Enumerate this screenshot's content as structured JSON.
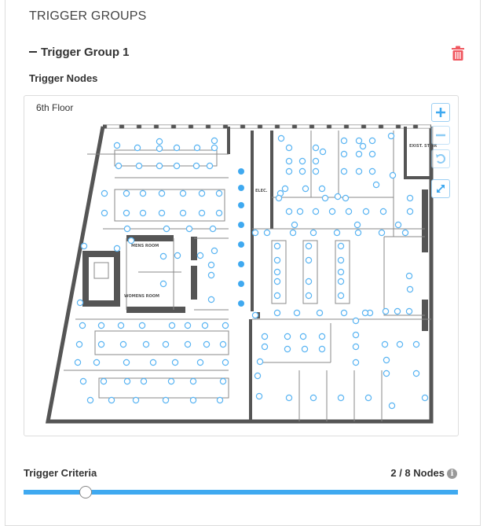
{
  "section_title": "TRIGGER GROUPS",
  "group": {
    "title": "Trigger Group 1",
    "collapse_icon": "minus-icon",
    "delete_icon": "trash-icon",
    "delete_color": "#f0575f"
  },
  "trigger_nodes": {
    "label": "Trigger Nodes",
    "floor_name": "6th Floor",
    "map_labels": {
      "elec": "ELEC.",
      "exit_stair": "EXIST. STAIR",
      "mens_room": "MENS ROOM",
      "womens_room": "WOMENS ROOM"
    },
    "controls": {
      "zoom_in": "plus-icon",
      "zoom_out": "minus-icon",
      "reset": "rotate-icon",
      "fullscreen": "expand-icon"
    },
    "selected_node_color": "#3fa9f0",
    "selected_node_count": 8
  },
  "trigger_criteria": {
    "label": "Trigger Criteria",
    "count_text": "2 / 8 Nodes",
    "value": 2,
    "max": 8,
    "info_icon": "info-icon",
    "info_glyph": "i",
    "accent": "#3fa9f0"
  }
}
